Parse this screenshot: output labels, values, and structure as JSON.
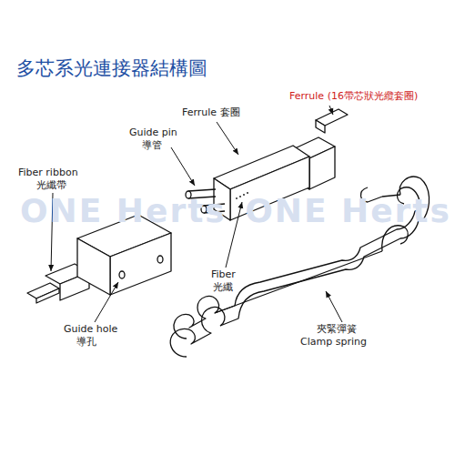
{
  "diagram": {
    "title": "多芯系光連接器結構圖",
    "labels": [
      "Ferrule (16帶芯狀光纜套圈)",
      "Ferrule 套圈",
      "Guide pin",
      "導管",
      "Fiber ribbon",
      "光纖帶",
      "ONE Herts",
      "ONE Herts",
      "Fiber",
      "光纖",
      "Guide hole",
      "導孔",
      "夾緊彈簧",
      "Clamp spring"
    ]
  }
}
